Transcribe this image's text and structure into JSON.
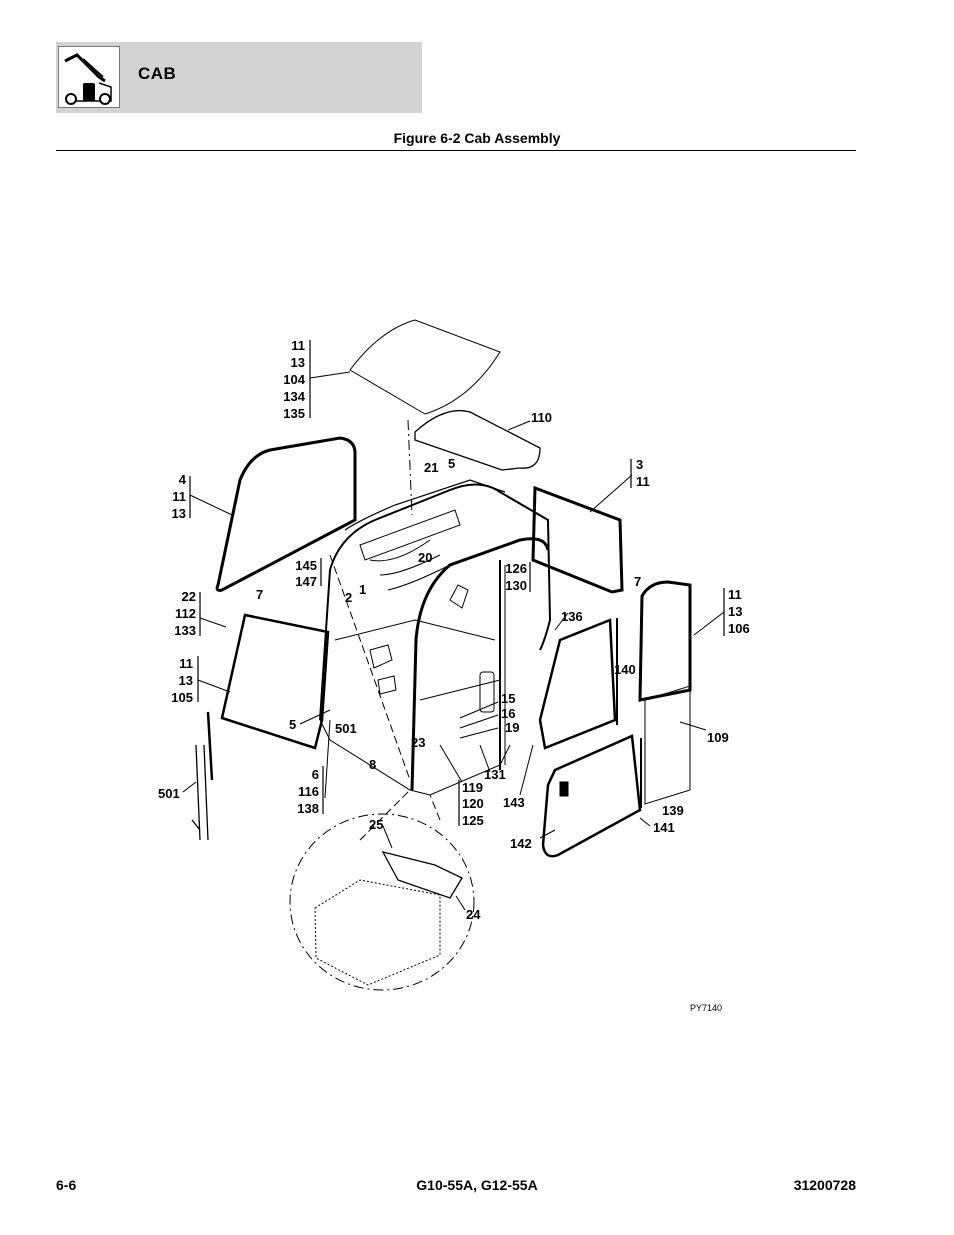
{
  "header": {
    "section_title": "CAB",
    "logo_icon": "telehandler-icon"
  },
  "figure": {
    "title": "Figure 6-2 Cab Assembly",
    "drawing_code": "PY7140"
  },
  "callouts": {
    "roof_stack": [
      "11",
      "13",
      "104",
      "134",
      "135"
    ],
    "c110": "110",
    "left_glass_stack": [
      "4",
      "11",
      "13"
    ],
    "c21": "21",
    "c5a": "5",
    "rear_glass_stack": [
      "3",
      "11"
    ],
    "c20": "20",
    "c145_stack": [
      "145",
      "147"
    ],
    "c126_stack": [
      "126",
      "130"
    ],
    "c7a": "7",
    "c7b": "7",
    "c1": "1",
    "c2": "2",
    "stack_22": [
      "22",
      "112",
      "133"
    ],
    "c136": "136",
    "right_upper_stack": [
      "11",
      "13",
      "106"
    ],
    "left_lower_stack": [
      "11",
      "13",
      "105"
    ],
    "c140": "140",
    "c15": "15",
    "c16": "16",
    "c19": "19",
    "c5b": "5",
    "c501a": "501",
    "c109": "109",
    "c23": "23",
    "c8": "8",
    "stack_6": [
      "6",
      "116",
      "138"
    ],
    "c131": "131",
    "stack_119": [
      "119",
      "120",
      "125"
    ],
    "c143": "143",
    "c501b": "501",
    "c139": "139",
    "c141": "141",
    "c142": "142",
    "c25": "25",
    "c24": "24"
  },
  "footer": {
    "page": "6-6",
    "model": "G10-55A, G12-55A",
    "doc_number": "31200728"
  }
}
